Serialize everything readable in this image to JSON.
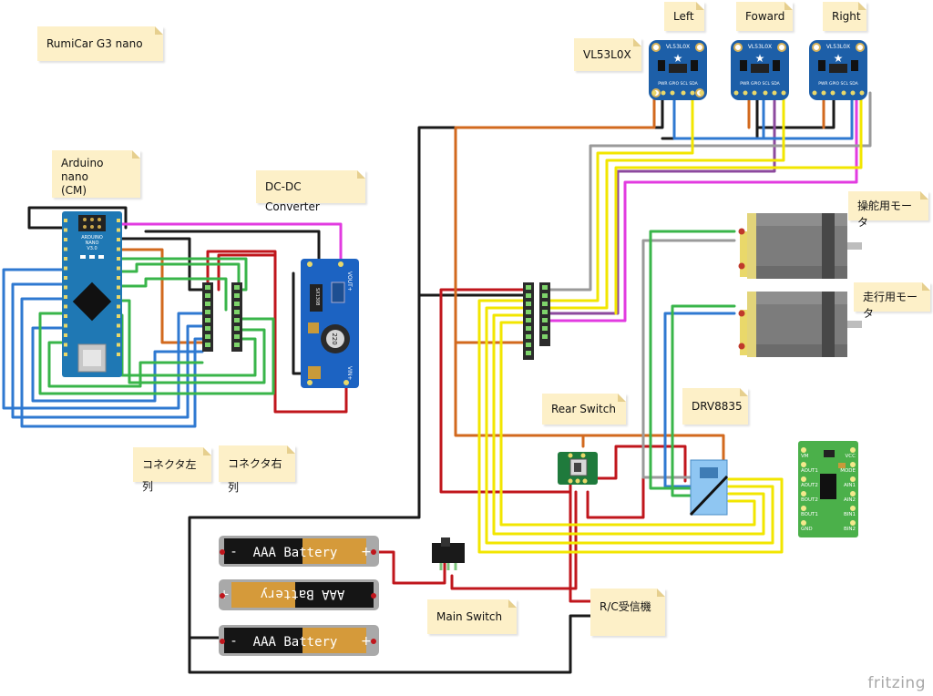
{
  "notes": {
    "title": "RumiCar G3 nano",
    "vl53": "VL53L0X",
    "left": "Left",
    "forward": "Foward",
    "right": "Right",
    "arduino": "Arduino nano\n(CM)",
    "dcdc": "DC-DC Converter",
    "steer_motor": "操舵用モータ",
    "drive_motor": "走行用モータ",
    "rear_switch": "Rear Switch",
    "drv": "DRV8835",
    "conn_left": "コネクタ左列",
    "conn_right": "コネクタ右列",
    "main_switch": "Main Switch",
    "rc": "R/C受信機"
  },
  "parts": {
    "sensor_chip_label": "VL53L0X",
    "sensor_pins": [
      "PWR",
      "GPIO",
      "SCL",
      "SDA"
    ],
    "arduino_label_1": "ARDUINO",
    "arduino_label_2": "NANO",
    "arduino_label_3": "V3.0",
    "dcdc_vout": "VOUT+",
    "dcdc_vin": "VIN+",
    "dcdc_chip": "SX1308",
    "dcdc_inductor": "220",
    "battery_label": "AAA Battery",
    "drv_pins_left": [
      "VM",
      "AOUT1",
      "AOUT2",
      "BOUT2",
      "BOUT1",
      "GND"
    ],
    "drv_pins_right": [
      "VCC",
      "MODE",
      "AIN1",
      "AIN2",
      "BIN1",
      "BIN2"
    ]
  },
  "brand": "fritzing",
  "colors": {
    "wire_black": "#1a1a1a",
    "wire_red": "#c0161c",
    "wire_orange": "#d2691e",
    "wire_yellow": "#f2e600",
    "wire_blue": "#2f79d1",
    "wire_green": "#39b54a",
    "wire_magenta": "#e23be0",
    "wire_purple": "#8c4a9e",
    "wire_gray": "#9a9a9a",
    "board_blue": "#1d5fa8",
    "note_bg": "#fdf0c8"
  }
}
